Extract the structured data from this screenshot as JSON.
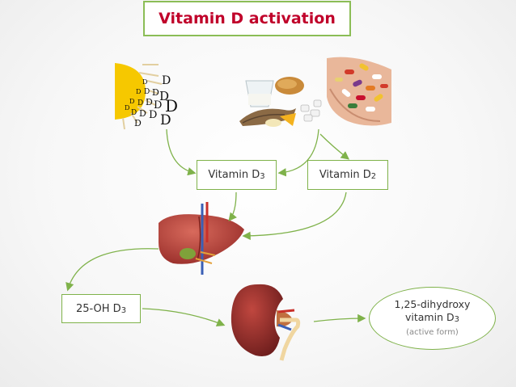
{
  "title": "Vitamin D activation",
  "boxes": {
    "d3_main": "Vitamin D",
    "d3_sub": "3",
    "d2_main": "Vitamin D",
    "d2_sub": "2",
    "ohd3_main": "25-OH D",
    "ohd3_sub": "3"
  },
  "active": {
    "line1": "1,25-dihydroxy",
    "line2_main": "vitamin D",
    "line2_sub": "3",
    "note": "(active form)"
  },
  "sun_letters": [
    "D",
    "D",
    "D",
    "D",
    "D",
    "D",
    "D",
    "D",
    "D",
    "D",
    "D",
    "D",
    "D",
    "D",
    "D",
    "D",
    "D"
  ],
  "colors": {
    "arrow": "#7fb24a",
    "title_text": "#c0002a",
    "sun": "#f5c400",
    "liver": "#b5423e",
    "kidney": "#8d2c2a"
  },
  "icons": [
    "sun-icon",
    "food-icon",
    "pills-icon",
    "liver-icon",
    "kidney-icon"
  ]
}
